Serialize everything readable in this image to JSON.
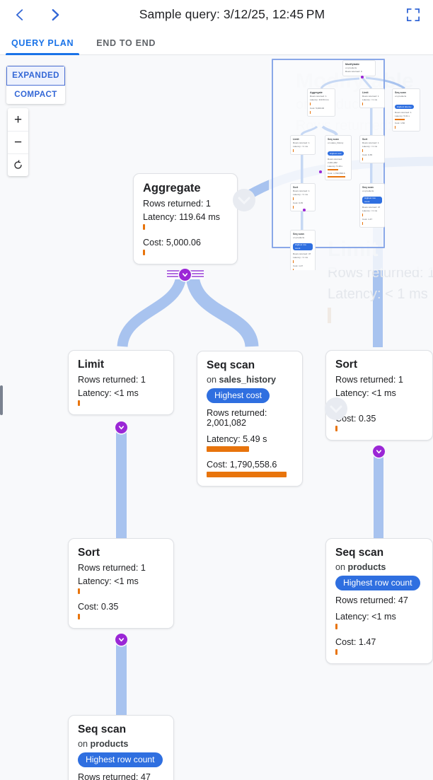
{
  "header": {
    "title": "Sample query: 3/12/25, 12:45 PM",
    "prev_icon": "chevron-left-icon",
    "next_icon": "chevron-right-icon",
    "fullscreen_icon": "fullscreen-icon"
  },
  "tabs": [
    {
      "label": "QUERY PLAN",
      "active": true
    },
    {
      "label": "END TO END",
      "active": false
    }
  ],
  "controls": {
    "expanded_label": "EXPANDED",
    "compact_label": "COMPACT",
    "zoom_in_label": "+",
    "zoom_out_label": "−",
    "reset_icon": "reset-rotate-icon"
  },
  "labels": {
    "rows_prefix": "Rows returned: ",
    "latency_prefix": "Latency: ",
    "cost_prefix": "Cost: ",
    "on_prefix": "on "
  },
  "colors": {
    "accent_blue": "#1a73e8",
    "badge_blue": "#2f6fe0",
    "bar_orange": "#e8740c",
    "edge_blue": "#a8c3ef",
    "toggle_purple": "#9b27d6",
    "canvas_bg": "#f8f9fb"
  },
  "nodes": {
    "aggregate": {
      "title": "Aggregate",
      "rows": "Rows returned: 1",
      "latency": "Latency: 119.64 ms",
      "cost": "Cost: 5,000.06"
    },
    "limit_mid": {
      "title": "Limit",
      "rows": "Rows returned: 1",
      "latency": "Latency: <1 ms"
    },
    "seqscan_sales": {
      "title": "Seq scan",
      "relation": "sales_history",
      "badge": "Highest cost",
      "rows_l1": "Rows returned:",
      "rows_l2": "2,001,082",
      "latency": "Latency: 5.49 s",
      "cost": "Cost: 1,790,558.6"
    },
    "sort_right": {
      "title": "Sort",
      "rows": "Rows returned: 1",
      "latency": "Latency: <1 ms",
      "cost": "Cost: 0.35"
    },
    "sort_left": {
      "title": "Sort",
      "rows": "Rows returned: 1",
      "latency": "Latency: <1 ms",
      "cost": "Cost: 0.35"
    },
    "seqscan_products_right": {
      "title": "Seq scan",
      "relation": "products",
      "badge": "Highest row count",
      "rows": "Rows returned: 47",
      "latency": "Latency: <1 ms",
      "cost": "Cost: 1.47"
    },
    "seqscan_products_bottom": {
      "title": "Seq scan",
      "relation": "products",
      "badge": "Highest row count",
      "rows": "Rows returned: 47"
    }
  },
  "ghost": {
    "modifytable": {
      "title": "Modifytable",
      "line1": "on products",
      "line2": "Rows returned:"
    },
    "limit": {
      "title": "Limit",
      "line1": "Rows returned: 1",
      "line2": "Latency: < 1 ms"
    }
  },
  "minimap": {
    "nodes": [
      {
        "title": "Modifytable",
        "relation": "on products",
        "rows": "Rows returned: 0"
      },
      {
        "title": "Aggregate",
        "rows": "Rows returned: 1",
        "latency": "Latency: 119.64 ms",
        "cost": "Cost: 5,000.06"
      },
      {
        "title": "Limit",
        "rows": "Rows returned: 1",
        "latency": "Latency: <1 ms"
      },
      {
        "title": "Seq scan",
        "relation": "on products",
        "badge": "Highest latency",
        "rows": "Rows returned: 1",
        "latency": "Latency: 5.01 s",
        "cost": "Cost: 1.50"
      },
      {
        "title": "Limit",
        "rows": "Rows returned: 1",
        "latency": "Latency: <1 ms"
      },
      {
        "title": "Seq scan",
        "relation": "on sales_history",
        "badge": "Highest cost",
        "rows": "Rows returned: 2,001,082",
        "latency": "Latency: 5.49 s",
        "cost": "Cost: 1,790,558.6"
      },
      {
        "title": "Sort",
        "rows": "Rows returned: 1",
        "latency": "Latency: <1 ms",
        "cost": "Cost: 0.35"
      },
      {
        "title": "Sort",
        "rows": "Rows returned: 1",
        "latency": "Latency: <1 ms",
        "cost": "Cost: 0.35"
      },
      {
        "title": "Seq scan",
        "relation": "on products",
        "badge": "Highest row count",
        "rows": "Rows returned: 47",
        "latency": "Latency: <1 ms",
        "cost": "Cost: 1.47"
      },
      {
        "title": "Seq scan",
        "relation": "on products",
        "badge": "Highest row count",
        "rows": "Rows returned: 47",
        "latency": "Latency: <1 ms",
        "cost": "Cost: 1.47"
      }
    ]
  }
}
